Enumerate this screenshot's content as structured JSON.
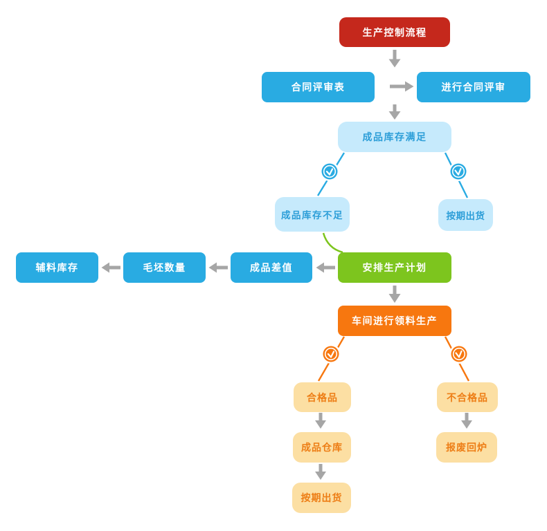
{
  "colors": {
    "node-red": "#c5281c",
    "node-blue": "#29abe2",
    "node-green": "#7dc51e",
    "node-orange": "#f7770f",
    "node-lightblue": "#c6eafc",
    "text-lightblue": "#2d9ed8",
    "node-lightorange": "#fcdfa3",
    "text-lightorange": "#ed7d15",
    "connector-gray": "#a6a6a6"
  },
  "nodes": {
    "root": {
      "label": "生产控制流程"
    },
    "contract_form": {
      "label": "合同评审表"
    },
    "contract_review": {
      "label": "进行合同评审"
    },
    "stock_ok": {
      "label": "成品库存满足"
    },
    "stock_short": {
      "label": "成品库存不足"
    },
    "ship_on_time_top": {
      "label": "按期出货"
    },
    "aux_stock": {
      "label": "辅料库存"
    },
    "blank_qty": {
      "label": "毛坯数量"
    },
    "product_diff": {
      "label": "成品差值"
    },
    "production_plan": {
      "label": "安排生产计划"
    },
    "workshop": {
      "label": "车间进行领料生产"
    },
    "qualified": {
      "label": "合格品"
    },
    "unqualified": {
      "label": "不合格品"
    },
    "warehouse": {
      "label": "成品仓库"
    },
    "scrap": {
      "label": "报废回炉"
    },
    "ship_on_time_bottom": {
      "label": "按期出货"
    }
  },
  "icons": {
    "clock": "clock-icon"
  }
}
